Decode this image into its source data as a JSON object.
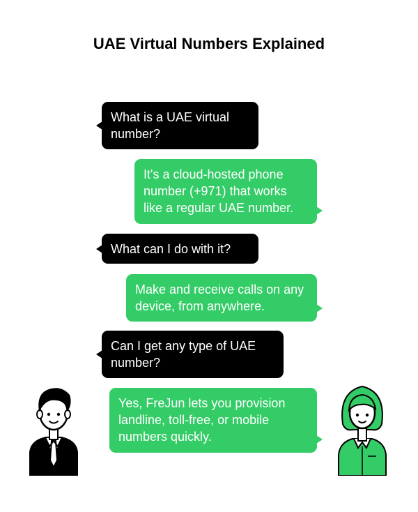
{
  "title": "UAE Virtual Numbers Explained",
  "colors": {
    "question_bubble": "#000000",
    "answer_bubble": "#33cc66",
    "text": "#ffffff"
  },
  "conversation": [
    {
      "speaker": "man",
      "type": "question",
      "text": "What is a UAE virtual number?"
    },
    {
      "speaker": "woman",
      "type": "answer",
      "text": "It's a cloud-hosted phone number (+971) that works like a regular UAE number."
    },
    {
      "speaker": "man",
      "type": "question",
      "text": "What can I do with it?"
    },
    {
      "speaker": "woman",
      "type": "answer",
      "text": "Make and receive calls on any device, from anywhere."
    },
    {
      "speaker": "man",
      "type": "question",
      "text": "Can I get any type of UAE number?"
    },
    {
      "speaker": "woman",
      "type": "answer",
      "text": "Yes, FreJun lets you provision landline, toll-free, or mobile numbers quickly."
    }
  ],
  "characters": {
    "left": "man-in-suit-icon",
    "right": "woman-icon"
  }
}
